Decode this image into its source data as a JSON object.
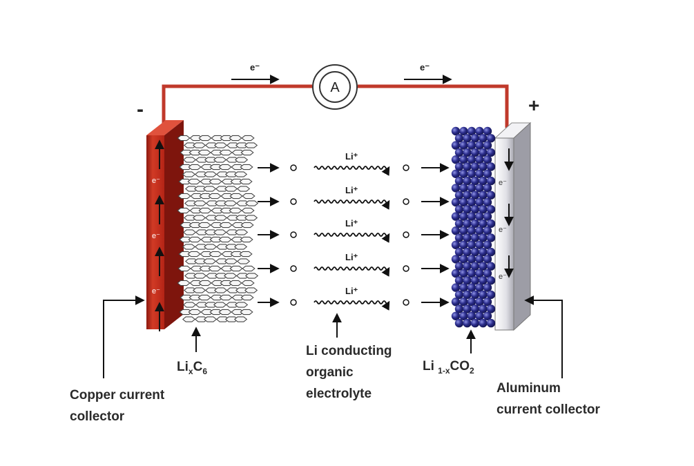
{
  "circuit": {
    "electron_left": "e⁻",
    "electron_right": "e⁻",
    "ammeter": "A",
    "negative_sign": "-",
    "positive_sign": "+"
  },
  "ion_labels": [
    "Li⁺",
    "Li⁺",
    "Li⁺",
    "Li⁺",
    "Li⁺"
  ],
  "anode_electron_labels": [
    "e⁻",
    "e⁻",
    "e⁻"
  ],
  "cathode_electron_labels": [
    "e⁻",
    "e⁻",
    "e⁻"
  ],
  "labels": {
    "anode_material": {
      "base": "Li",
      "sub1": "x",
      "mid": "C",
      "sub2": "6"
    },
    "cathode_material": {
      "base": "Li ",
      "sub1": "1-x",
      "mid": "CO",
      "sub2": "2"
    },
    "electrolyte": [
      "Li conducting",
      "organic",
      "electrolyte"
    ],
    "copper_collector": [
      "Copper current",
      "collector"
    ],
    "aluminum_collector": [
      "Aluminum",
      "current collector"
    ]
  },
  "colors": {
    "wire": "#c0392b",
    "copper": "#c62a1d",
    "aluminum": "#d6d6dc",
    "cathode_particles": "#2b2d8c",
    "graphite": "#f4f4f4"
  }
}
